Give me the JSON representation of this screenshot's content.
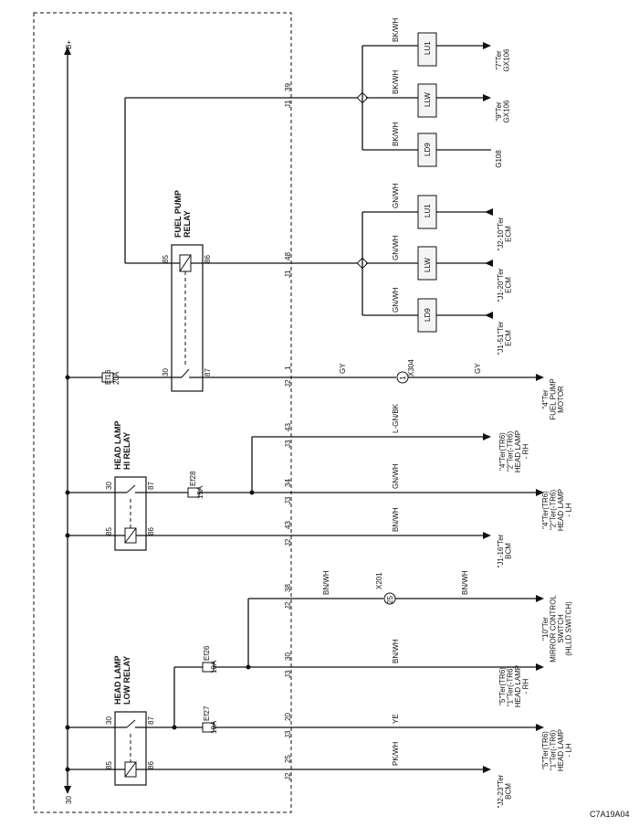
{
  "ref_code": "C7A19A04",
  "bplus": {
    "label": "B+",
    "bottom_label": "30"
  },
  "relays": {
    "fuel_pump": {
      "title_1": "FUEL PUMP",
      "title_2": "RELAY",
      "pin_a": "85",
      "pin_b": "86",
      "pin_c": "30",
      "pin_d": "87"
    },
    "hi": {
      "title_1": "HEAD LAMP",
      "title_2": "HI RELAY",
      "pin_a": "30",
      "pin_b": "87",
      "pin_c": "85",
      "pin_d": "86"
    },
    "low": {
      "title_1": "HEAD LAMP",
      "title_2": "LOW RELAY",
      "pin_a": "30",
      "pin_b": "87",
      "pin_c": "85",
      "pin_d": "86"
    }
  },
  "fuses": {
    "ef16": {
      "name": "Ef16",
      "rating": "20A"
    },
    "ef28": {
      "name": "Ef28",
      "rating": "15A"
    },
    "ef26": {
      "name": "Ef26",
      "rating": "10A"
    },
    "ef27": {
      "name": "Ef27",
      "rating": "10A"
    }
  },
  "connectors": {
    "r39": {
      "conn": "J1",
      "pin": "39"
    },
    "r48": {
      "conn": "J1",
      "pin": "48"
    },
    "r1": {
      "conn": "J2",
      "pin": "1"
    },
    "r43a": {
      "conn": "J3",
      "pin": "43"
    },
    "r34": {
      "conn": "J3",
      "pin": "34"
    },
    "r43b": {
      "conn": "J2",
      "pin": "43"
    },
    "r38": {
      "conn": "J2",
      "pin": "38"
    },
    "r30": {
      "conn": "J3",
      "pin": "30"
    },
    "r20": {
      "conn": "J3",
      "pin": "20"
    },
    "r25": {
      "conn": "J2",
      "pin": "25"
    }
  },
  "inline": {
    "x304": {
      "name": "X304",
      "pin": "1"
    },
    "x201": {
      "name": "X201",
      "pin": "25"
    }
  },
  "wires": {
    "bkwh_1": "BK/WH",
    "bkwh_2": "BK/WH",
    "bkwh_3": "BK/WH",
    "gnwh_1": "GN/WH",
    "gnwh_2": "GN/WH",
    "gnwh_3": "GN/WH",
    "gy_1": "GY",
    "gy_2": "GY",
    "lgnbk": "L-GN/BK",
    "gnwh_hi": "GN/WH",
    "bnwh_hi": "BN/WH",
    "bnwh_1": "BN/WH",
    "bnwh_2": "BN/WH",
    "bnwh_3": "BN/WH",
    "ye": "YE",
    "pkwh": "PK/WH"
  },
  "options": {
    "o1": "LU1",
    "o2": "LLW",
    "o3": "LD9",
    "o4": "LU1",
    "o5": "LLW",
    "o6": "LD9"
  },
  "destinations": {
    "d1": [
      "\"7\"Ter",
      "GX106"
    ],
    "d2": [
      "\"9\"Ter",
      "GX106"
    ],
    "d3": [
      "G108"
    ],
    "d4": [
      "\"J2-10\"Ter",
      "ECM"
    ],
    "d5": [
      "\"J1-20\"Ter",
      "ECM"
    ],
    "d6": [
      "\"J1-51\"Ter",
      "ECM"
    ],
    "d7": [
      "\"4\"Ter",
      "FUEL PUMP",
      "MOTOR"
    ],
    "d8": [
      "\"4\"Ter(TR6)",
      "\"2\"Ter(-TR6)",
      "HEAD LAMP",
      "- RH"
    ],
    "d9": [
      "\"4\"Ter(TR6)",
      "\"2\"Ter(-TR6)",
      "HEAD LAMP",
      "- LH"
    ],
    "d10": [
      "\"J1-16\"Ter",
      "BCM"
    ],
    "d11": [
      "\"10\"Ter",
      "MIRROR CONTROL",
      "SWITCH",
      "(HLLD SWITCH)"
    ],
    "d12": [
      "\"5\"Ter(TR6)",
      "\"1\"Ter(-TR6)",
      "HEAD LAMP",
      "- RH"
    ],
    "d13": [
      "\"5\"Ter(TR6)",
      "\"1\"Ter(-TR6)",
      "HEAD LAMP",
      "- LH"
    ],
    "d14": [
      "\"J2-23\"Ter",
      "BCM"
    ]
  }
}
